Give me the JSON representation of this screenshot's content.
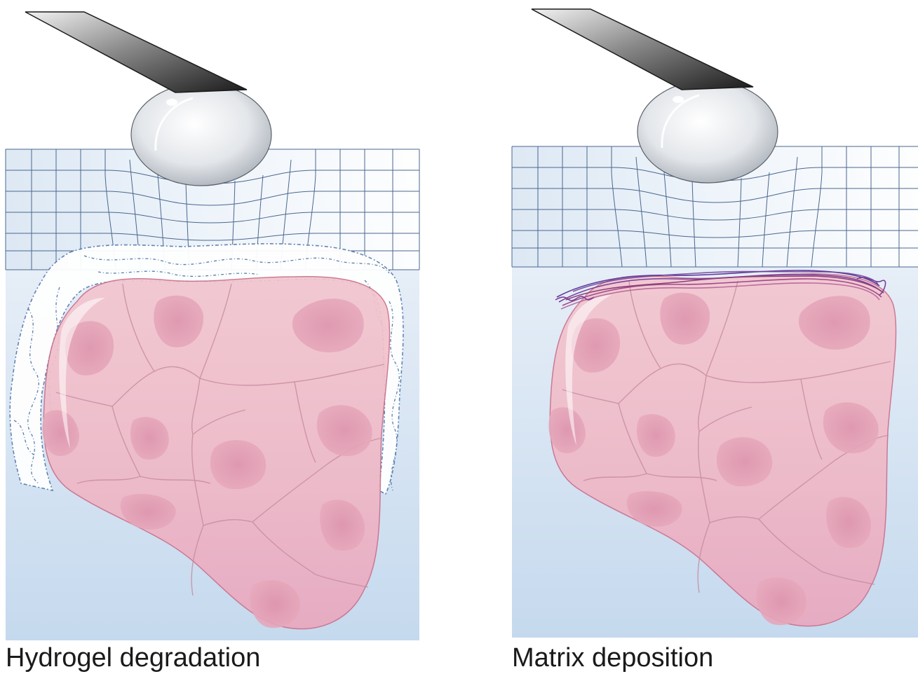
{
  "panels": [
    {
      "id": "left",
      "caption": "Hydrogel degradation"
    },
    {
      "id": "right",
      "caption": "Matrix deposition"
    }
  ],
  "colors": {
    "hydrogel_top": "#ffffff",
    "hydrogel_bottom": "#c3d8ed",
    "grid_line": "#4a6790",
    "cell_fill": "#f0b6c4",
    "cell_outline": "#c9708c",
    "nucleus": "#d98ca6",
    "probe_dark": "#2a2a2a",
    "bead": "#d8dde3",
    "degraded_outline": "#5a7fb0",
    "matrix_fiber": "#7b3f98"
  },
  "icons": [
    "cantilever-icon",
    "bead-icon",
    "cell-cluster-icon",
    "deformed-grid-icon",
    "degraded-gel-icon",
    "matrix-fiber-icon"
  ]
}
